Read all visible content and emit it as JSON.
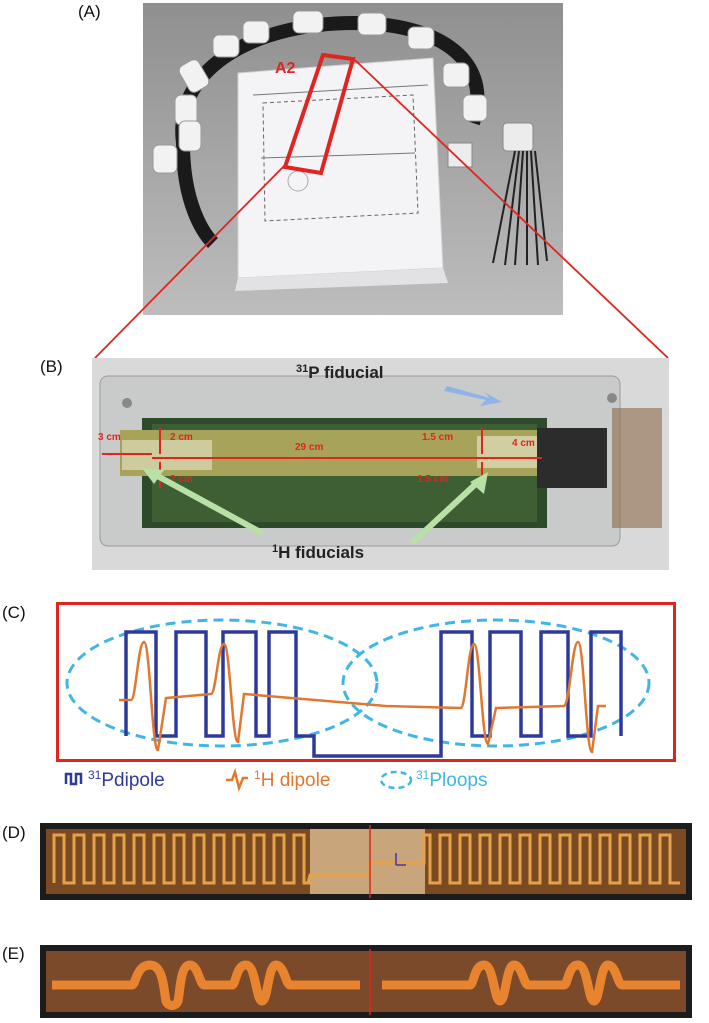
{
  "panels": {
    "A": {
      "letter": "(A)",
      "region_label": "A2"
    },
    "B": {
      "letter": "(B)",
      "p31_fiducial": "31P fiducial",
      "p31_sup": "31",
      "p31_rest": "P fiducial",
      "h1_sup": "1",
      "h1_rest": "H fiducials",
      "dims": {
        "d3cm": "3 cm",
        "d2cm_top": "2 cm",
        "d2cm_bottom": "2 cm",
        "d29cm": "29 cm",
        "d15_top": "1.5 cm",
        "d15_bottom": "1.5 cm",
        "d4cm": "4 cm"
      }
    },
    "C": {
      "letter": "(C)",
      "legend": [
        {
          "sup": "31",
          "text": "Pdipole",
          "color": "#2e3a9b"
        },
        {
          "sup": "1",
          "text": "H dipole",
          "color": "#e0782f"
        },
        {
          "sup": "31",
          "text": "Ploops",
          "color": "#41b6e6"
        }
      ]
    },
    "D": {
      "letter": "(D)"
    },
    "E": {
      "letter": "(E)"
    }
  },
  "colors": {
    "highlight_red": "#e0241f",
    "dipole31p": "#2e3a9b",
    "dipole1h": "#e0782f",
    "loops31p": "#41b6e6",
    "fiducial_arrow": "#b9e0a5",
    "p31_arrow": "#8fb3e8"
  }
}
